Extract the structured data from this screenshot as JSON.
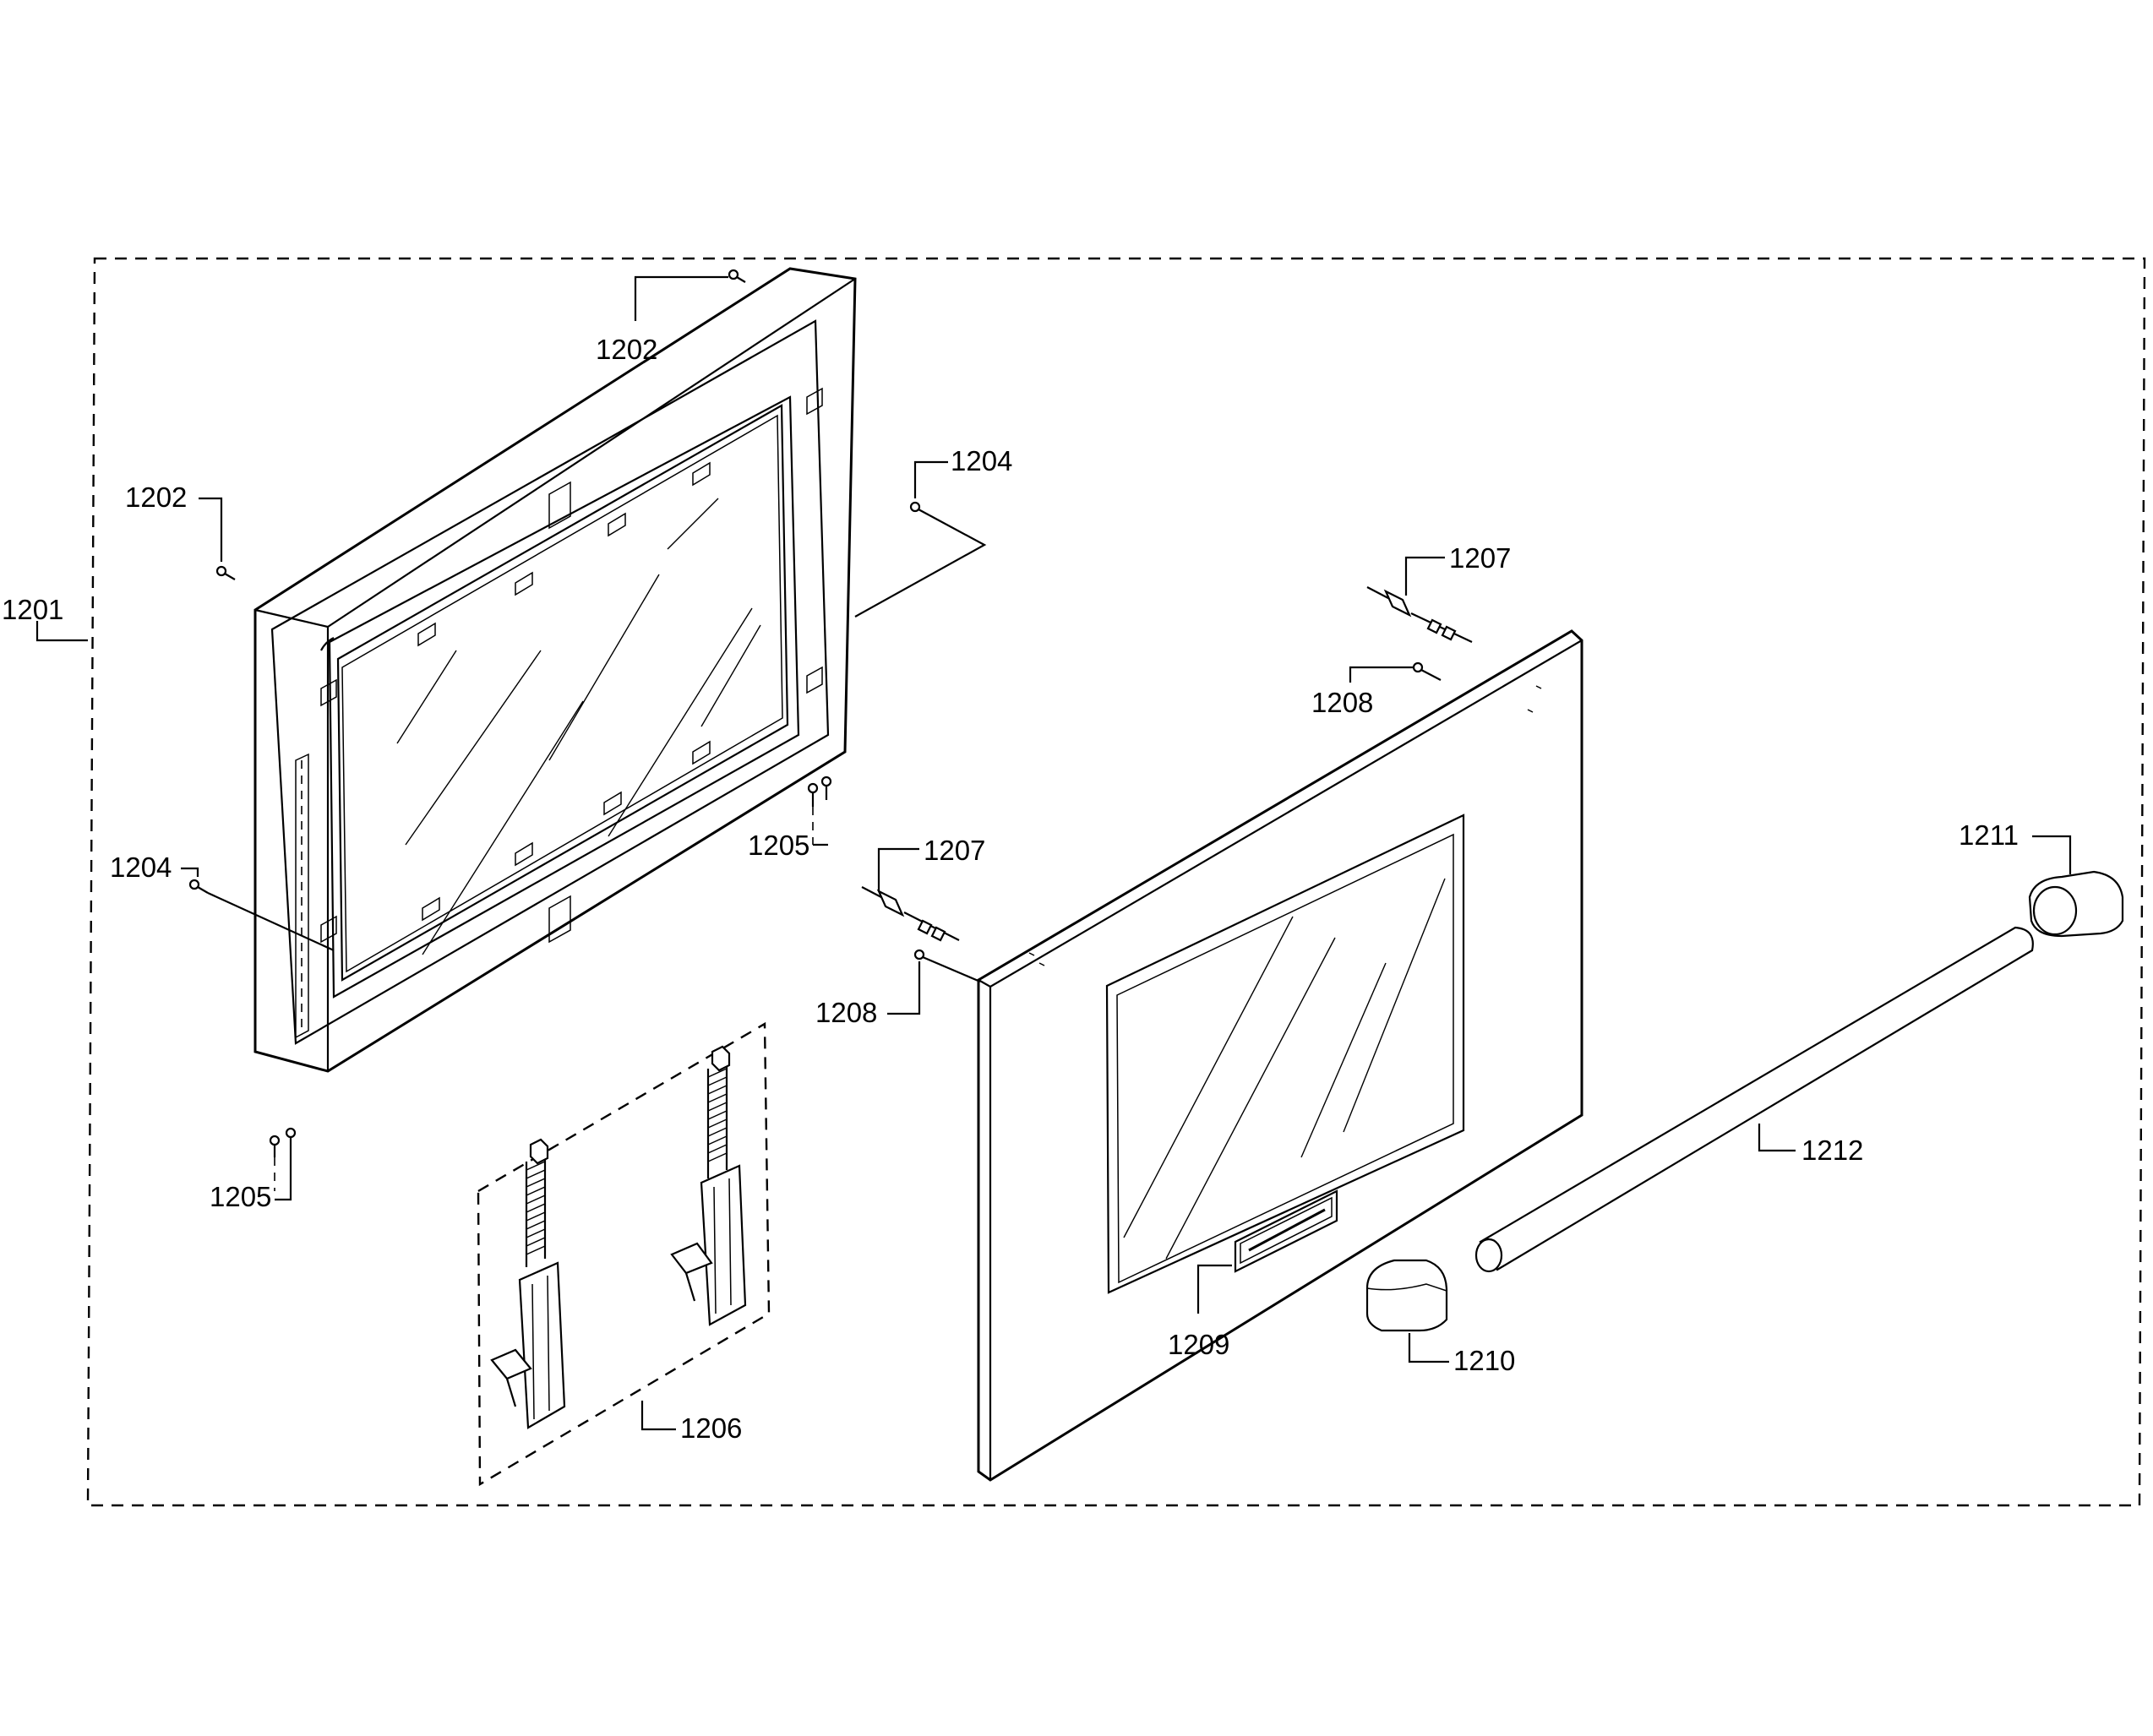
{
  "diagram": {
    "callouts": {
      "p1201": "1201",
      "p1202_top": "1202",
      "p1202_left": "1202",
      "p1204_right": "1204",
      "p1204_left": "1204",
      "p1205_left": "1205",
      "p1205_right": "1205",
      "p1206": "1206",
      "p1207_top": "1207",
      "p1207_mid": "1207",
      "p1208_top": "1208",
      "p1208_mid": "1208",
      "p1209": "1209",
      "p1210": "1210",
      "p1211": "1211",
      "p1212": "1212"
    }
  }
}
